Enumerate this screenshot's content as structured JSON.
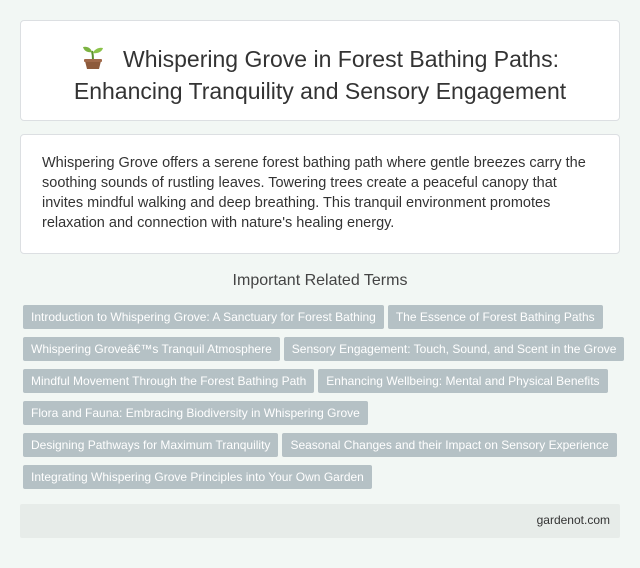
{
  "header": {
    "icon": "seedling-icon",
    "title_line1": "Whispering Grove in Forest Bathing Paths:",
    "title_line2": "Enhancing Tranquility and Sensory Engagement"
  },
  "summary": {
    "text": "Whispering Grove offers a serene forest bathing path where gentle breezes carry the soothing sounds of rustling leaves. Towering trees create a peaceful canopy that invites mindful walking and deep breathing. This tranquil environment promotes relaxation and connection with nature's healing energy."
  },
  "related": {
    "heading": "Important Related Terms",
    "tags": [
      "Introduction to Whispering Grove: A Sanctuary for Forest Bathing",
      "The Essence of Forest Bathing Paths",
      "Whispering Groveâ€™s Tranquil Atmosphere",
      "Sensory Engagement: Touch, Sound, and Scent in the Grove",
      "Mindful Movement Through the Forest Bathing Path",
      "Enhancing Wellbeing: Mental and Physical Benefits",
      "Flora and Fauna: Embracing Biodiversity in Whispering Grove",
      "Designing Pathways for Maximum Tranquility",
      "Seasonal Changes and their Impact on Sensory Experience",
      "Integrating Whispering Grove Principles into Your Own Garden"
    ]
  },
  "footer": {
    "site": "gardenot.com"
  },
  "colors": {
    "background": "#f2f7f4",
    "tag": "#b5c1c5",
    "footer": "#e7ece9"
  }
}
